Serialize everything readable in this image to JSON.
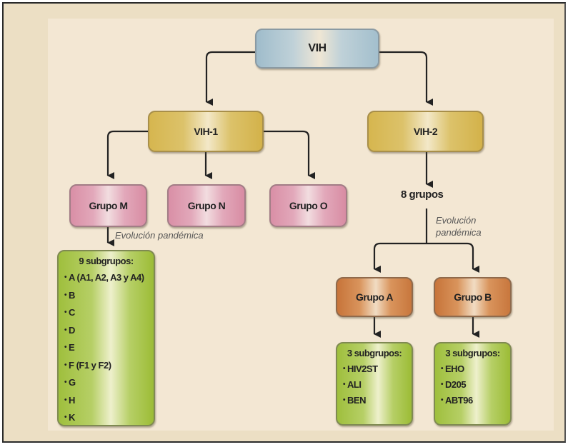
{
  "root": {
    "label": "VIH"
  },
  "types": [
    {
      "label": "VIH-1"
    },
    {
      "label": "VIH-2"
    }
  ],
  "vih1_groups": [
    {
      "label": "Grupo M"
    },
    {
      "label": "Grupo N"
    },
    {
      "label": "Grupo O"
    }
  ],
  "vih1_note": "Evolución pandémica",
  "vih1_subgroups": {
    "title": "9 subgrupos:",
    "items": [
      "A (A1, A2, A3 y A4)",
      "B",
      "C",
      "D",
      "E",
      "F (F1 y F2)",
      "G",
      "H",
      "K"
    ]
  },
  "vih2_count": "8 grupos",
  "vih2_note": [
    "Evolución",
    "pandémica"
  ],
  "vih2_groups": [
    {
      "label": "Grupo A",
      "subgroups": {
        "title": "3 subgrupos:",
        "items": [
          "HIV2ST",
          "ALI",
          "BEN"
        ]
      }
    },
    {
      "label": "Grupo B",
      "subgroups": {
        "title": "3 subgrupos:",
        "items": [
          "EHO",
          "D205",
          "ABT96"
        ]
      }
    }
  ],
  "colors": {
    "root": "#a9c3cf",
    "type": "#d6b64f",
    "vih1_group": "#d98fa6",
    "vih2_group": "#c7743a",
    "subgroup": "#9fbf3d",
    "background": "#f3e7d3",
    "connector": "#222222"
  }
}
